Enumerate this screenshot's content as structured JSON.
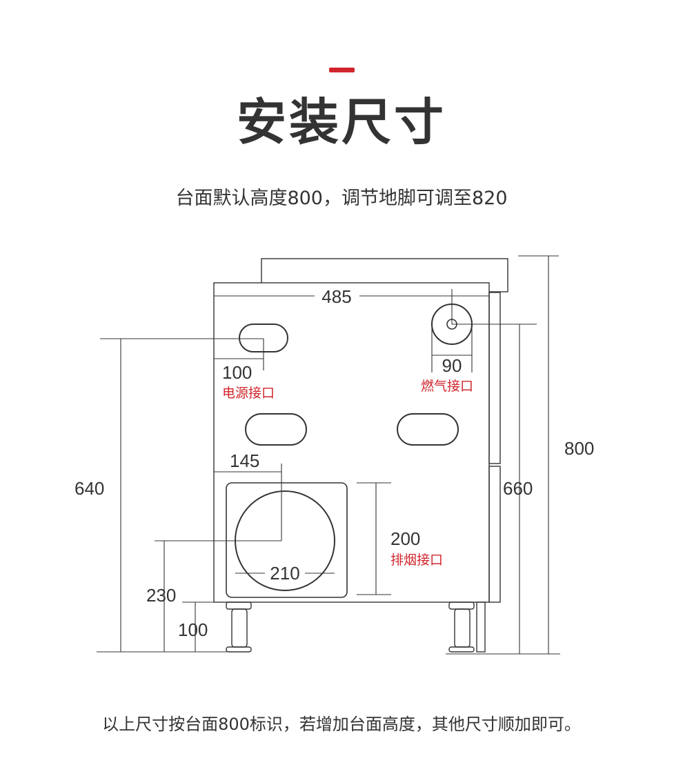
{
  "header": {
    "title": "安装尺寸",
    "subtitle": "台面默认高度800，调节地脚可调至820",
    "accent_color": "#d0252c"
  },
  "diagram": {
    "dims": {
      "width_485": "485",
      "power_offset_100": "100",
      "gas_dia_90": "90",
      "exhaust_offset_145": "145",
      "exhaust_height_200": "200",
      "exhaust_dia_210": "210",
      "power_height_640": "640",
      "exhaust_height_230": "230",
      "leg_height_100": "100",
      "gas_height_660": "660",
      "total_height_800": "800"
    },
    "labels": {
      "power_port": "电源接口",
      "gas_port": "燃气接口",
      "exhaust_port": "排烟接口"
    }
  },
  "footer": {
    "note": "以上尺寸按台面800标识，若增加台面高度，其他尺寸顺加即可。"
  }
}
